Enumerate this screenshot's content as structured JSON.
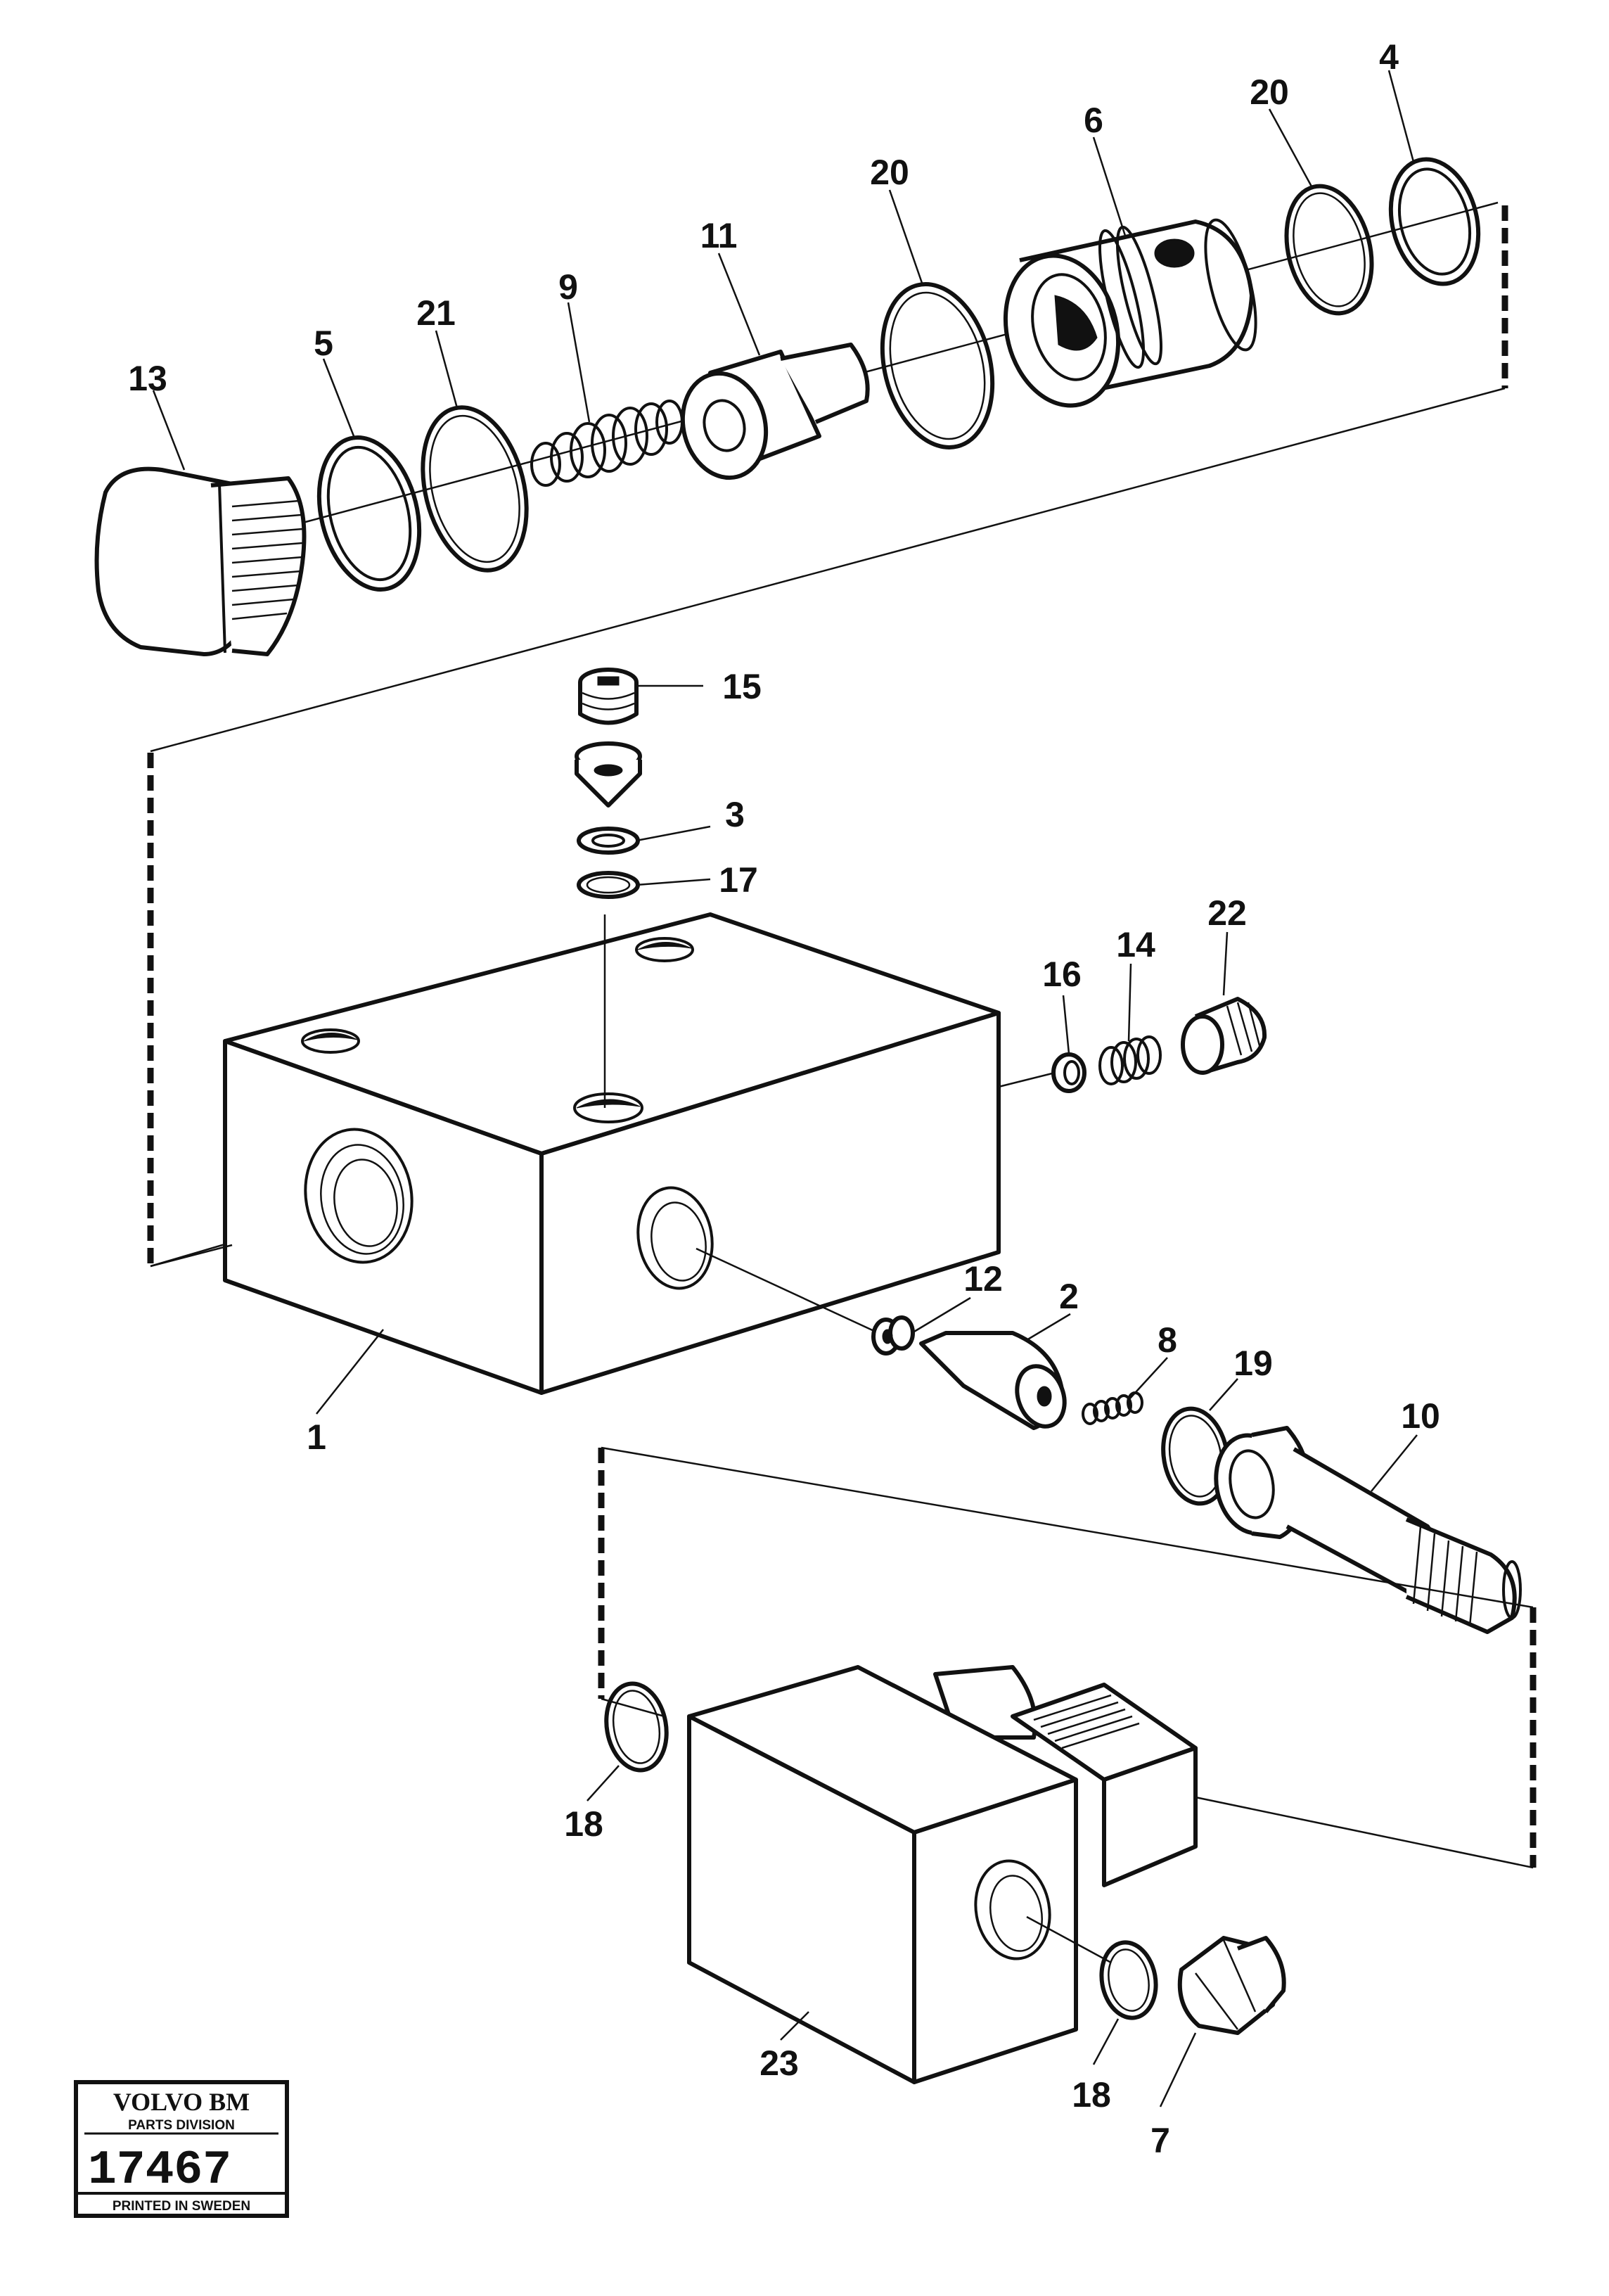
{
  "labels": {
    "p1": "1",
    "p2": "2",
    "p3": "3",
    "p4": "4",
    "p5": "5",
    "p6": "6",
    "p7": "7",
    "p8": "8",
    "p9": "9",
    "p10": "10",
    "p11": "11",
    "p12": "12",
    "p13": "13",
    "p14": "14",
    "p15": "15",
    "p16": "16",
    "p17": "17",
    "p18a": "18",
    "p18b": "18",
    "p19": "19",
    "p20a": "20",
    "p20b": "20",
    "p21": "21",
    "p22": "22",
    "p23": "23"
  },
  "stamp": {
    "brand": "VOLVO BM",
    "division": "PARTS DIVISION",
    "number": "17467",
    "printed": "PRINTED IN SWEDEN"
  }
}
